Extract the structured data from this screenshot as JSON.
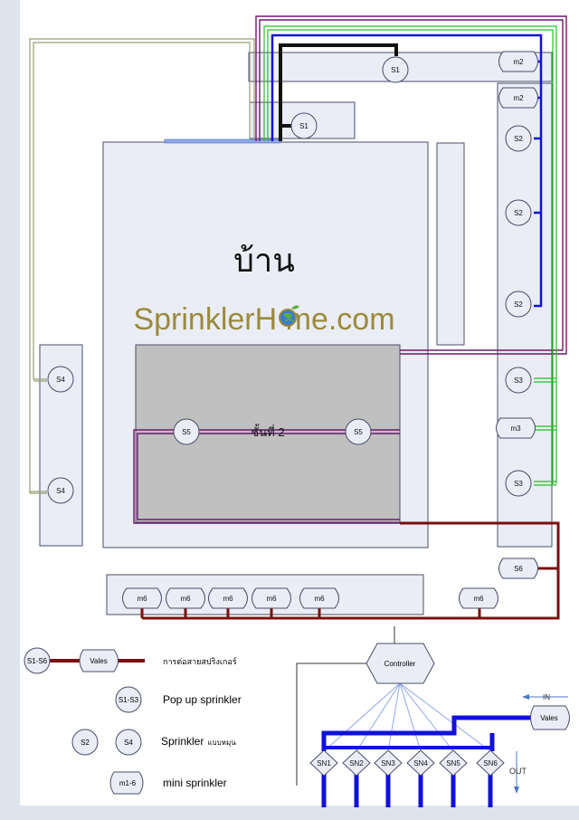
{
  "colors": {
    "zone_fill": "#eaedf5",
    "zone_stroke": "#4a4e6a",
    "floor2_fill": "#c0c0c0",
    "purple": "#6b1a6e",
    "green": "#22c022",
    "blue": "#1010dd",
    "black": "#111111",
    "olive": "#9b9b78",
    "maroon": "#7a1010",
    "light_blue": "#8fa7e6",
    "watermark": "#9b8a3c",
    "leaf_green": "#5db043",
    "globe_blue": "#3a7bd5"
  },
  "house": {
    "label": "บ้าน",
    "floor2_label": "ชั้นที่ 2"
  },
  "watermark": {
    "before": "SprinklerH",
    "after": "me.com",
    "icon": "globe-leaf-icon"
  },
  "nodes": {
    "s1_top": "S1",
    "s1_mid": "S1",
    "right_column": [
      "m2",
      "m2",
      "S2",
      "S2",
      "S2",
      "S3",
      "m3",
      "S3",
      "S6"
    ],
    "left_column": [
      "S4",
      "S4"
    ],
    "floor2": [
      "S5",
      "S5"
    ],
    "bottom_row": [
      "m6",
      "m6",
      "m6",
      "m6",
      "m6",
      "m6"
    ]
  },
  "legend": {
    "s1_s6": "S1-S6",
    "vales": "Vales",
    "vales_desc": "การต่อสายสปริงเกอร์",
    "s1_s3": "S1-S3",
    "popup": "Pop up sprinkler",
    "s2": "S2",
    "s4": "S4",
    "sprinkler": "Sprinkler",
    "sprinkler_sub": "แบบหมุน",
    "m1_6": "m1-6",
    "mini": "mini sprinkler"
  },
  "controller": {
    "label": "Controller",
    "in_label": "IN",
    "out_label": "OUT",
    "vales": "Vales",
    "stations": [
      "SN1",
      "SN2",
      "SN3",
      "SN4",
      "SN5",
      "SN6"
    ]
  }
}
